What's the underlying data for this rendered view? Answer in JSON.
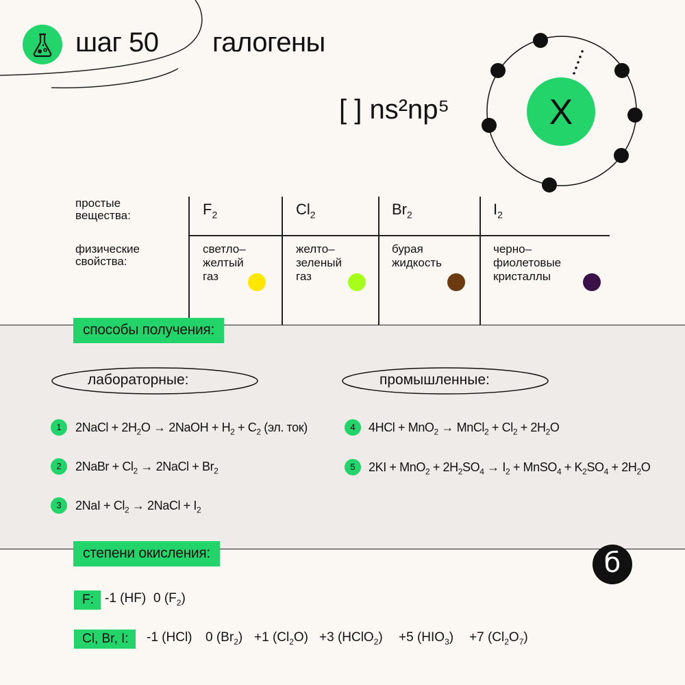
{
  "header": {
    "step": "шаг 50",
    "topic": "галогены",
    "config": "[ ] ns²np⁵",
    "atom_symbol": "X",
    "logo_icon": "flask-icon",
    "accent": "#22d46a"
  },
  "table": {
    "row1_label": "простые вещества:",
    "row1_label_1": "простые",
    "row1_label_2": "вещества:",
    "row2_label_1": "физические",
    "row2_label_2": "свойства:",
    "substances": [
      {
        "base": "F",
        "sub": "2",
        "prop": [
          "светло–",
          "желтый",
          "газ"
        ],
        "color": "#ffe600"
      },
      {
        "base": "Cl",
        "sub": "2",
        "prop": [
          "желто–",
          "зеленый",
          "газ"
        ],
        "color": "#a6ff1a"
      },
      {
        "base": "Br",
        "sub": "2",
        "prop": [
          "бурая",
          "жидкость"
        ],
        "color": "#6b3a0e"
      },
      {
        "base": "I",
        "sub": "2",
        "prop": [
          "черно–",
          "фиолетовые",
          "кристаллы"
        ],
        "color": "#3a1248"
      }
    ]
  },
  "methods": {
    "title": "способы получения:",
    "lab_title": "лабораторные:",
    "ind_title": "промышленные:",
    "lab": [
      {
        "n": "1",
        "html": "2NaCl + 2H<sub>2</sub>O → 2NaOH + H<sub>2</sub> + C<sub>2</sub> (эл. ток)",
        "text": "2NaCl + 2H2O → 2NaOH + H2 + C2 (эл. ток)"
      },
      {
        "n": "2",
        "html": "2NaBr + Cl<sub>2</sub> → 2NaCl + Br<sub>2</sub>",
        "text": "2NaBr + Cl2 → 2NaCl + Br2"
      },
      {
        "n": "3",
        "html": "2NaI + Cl<sub>2</sub> → 2NaCl + I<sub>2</sub>",
        "text": "2NaI + Cl2 → 2NaCl + I2"
      }
    ],
    "ind": [
      {
        "n": "4",
        "html": "4HCl + MnO<sub>2</sub> → MnCl<sub>2</sub> + Cl<sub>2</sub> + 2H<sub>2</sub>O",
        "text": "4HCl + MnO2 → MnCl2 + Cl2 + 2H2O"
      },
      {
        "n": "5",
        "html": "2KI + MnO<sub>2</sub> + 2H<sub>2</sub>SO<sub>4</sub> → I<sub>2</sub> + MnSO<sub>4</sub> + K<sub>2</sub>SO<sub>4</sub> + 2H<sub>2</sub>O",
        "text": "2KI + MnO2 + 2H2SO4 → I2 + MnSO4 + K2SO4 + 2H2O"
      }
    ]
  },
  "oxidation": {
    "title": "степени окисления:",
    "f_tag": "F:",
    "f_values": [
      {
        "html": "-1 (HF)",
        "text": "-1 (HF)"
      },
      {
        "html": "0 (F<sub>2</sub>)",
        "text": "0 (F2)"
      }
    ],
    "cl_tag": "Cl, Br, I:",
    "cl_values": [
      {
        "html": "-1 (HCl)",
        "text": "-1 (HCl)"
      },
      {
        "html": "0 (Br<sub>2</sub>)",
        "text": "0 (Br2)"
      },
      {
        "html": "+1 (Cl<sub>2</sub>O)",
        "text": "+1 (Cl2O)"
      },
      {
        "html": "+3 (HClO<sub>2</sub>)",
        "text": "+3 (HClO2)"
      },
      {
        "html": "+5 (HIO<sub>3</sub>)",
        "text": "+5 (HIO3)"
      },
      {
        "html": "+7 (Cl<sub>2</sub>O<sub>7</sub>)",
        "text": "+7 (Cl2O7)"
      }
    ]
  },
  "brand": {
    "letter": "б",
    "icon": "brand-logo-icon"
  }
}
